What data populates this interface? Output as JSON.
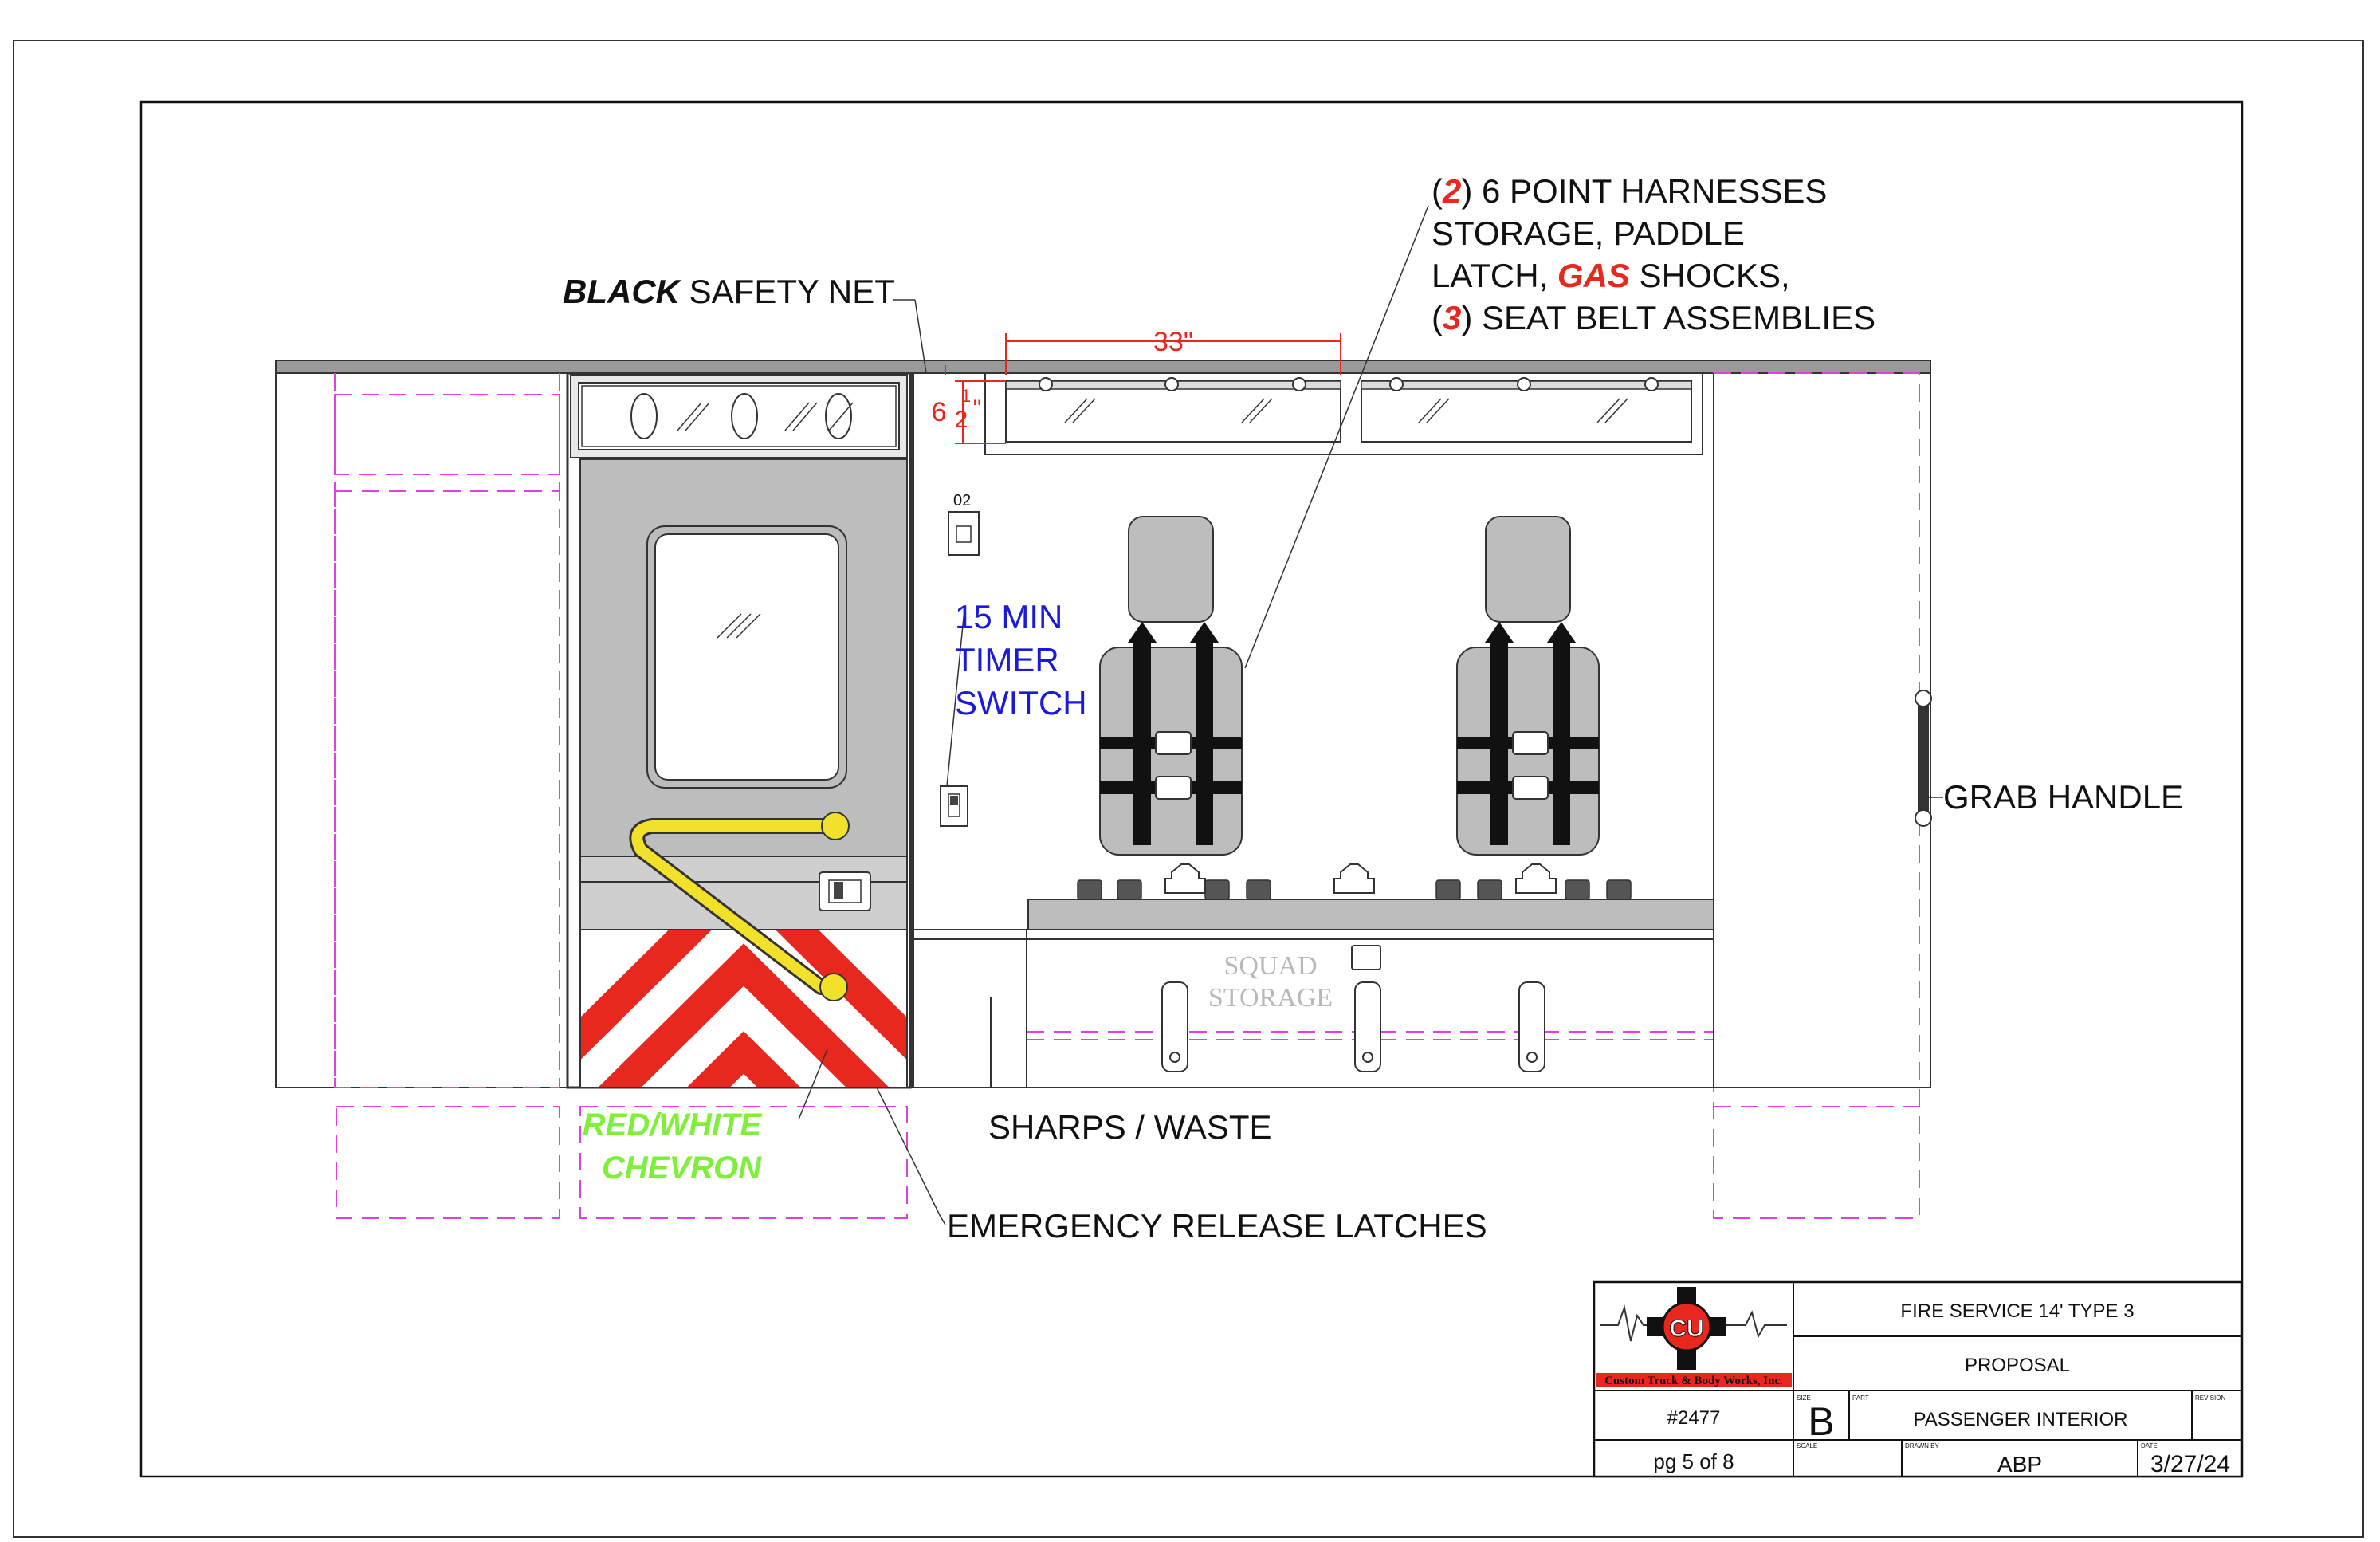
{
  "labels": {
    "harness_open": "(",
    "harness_count": "2",
    "harness_rest": ") 6 POINT HARNESSES",
    "storage_line": "STORAGE, PADDLE",
    "latch_pre": "LATCH, ",
    "latch_gas": "GAS",
    "latch_post": " SHOCKS,",
    "belt_open": "(",
    "belt_count": "3",
    "belt_rest": ") SEAT BELT ASSEMBLIES",
    "safety_net_bold": "BLACK",
    "safety_net_rest": " SAFETY NET",
    "dim_width": "33\"",
    "dim_height_a": "6",
    "dim_height_b": "1",
    "dim_height_c": "2",
    "dim_height_d": "\"",
    "timer_line1": "15 MIN",
    "timer_line2": "TIMER",
    "timer_line3": "SWITCH",
    "switch_tag": "02",
    "grab_handle": "GRAB HANDLE",
    "squad_line1": "SQUAD",
    "squad_line2": "STORAGE",
    "sharps": "SHARPS / WASTE",
    "chevron_line1": "RED/WHITE",
    "chevron_line2": "CHEVRON",
    "release_latches": "EMERGENCY RELEASE LATCHES"
  },
  "title_block": {
    "logo_text": "Custom Truck & Body Works, Inc.",
    "project": "FIRE SERVICE 14' TYPE 3",
    "status": "PROPOSAL",
    "job_number": "#2477",
    "size_label": "SIZE",
    "size": "B",
    "part_label": "PART",
    "part": "PASSENGER INTERIOR",
    "revision_label": "REVISION",
    "page": "pg 5 of 8",
    "scale_label": "SCALE",
    "drawn_by_label": "DRAWN BY",
    "drawn_by": "ABP",
    "date_label": "DATE",
    "date": "3/27/24"
  },
  "colors": {
    "accent_red": "#e8281e",
    "timer_blue": "#1a1ad8",
    "chevron_green": "#7ef03a",
    "dashed_magenta": "#e040e0",
    "panel_gray": "#bdbdbd",
    "handrail_yellow": "#f2e12a"
  }
}
